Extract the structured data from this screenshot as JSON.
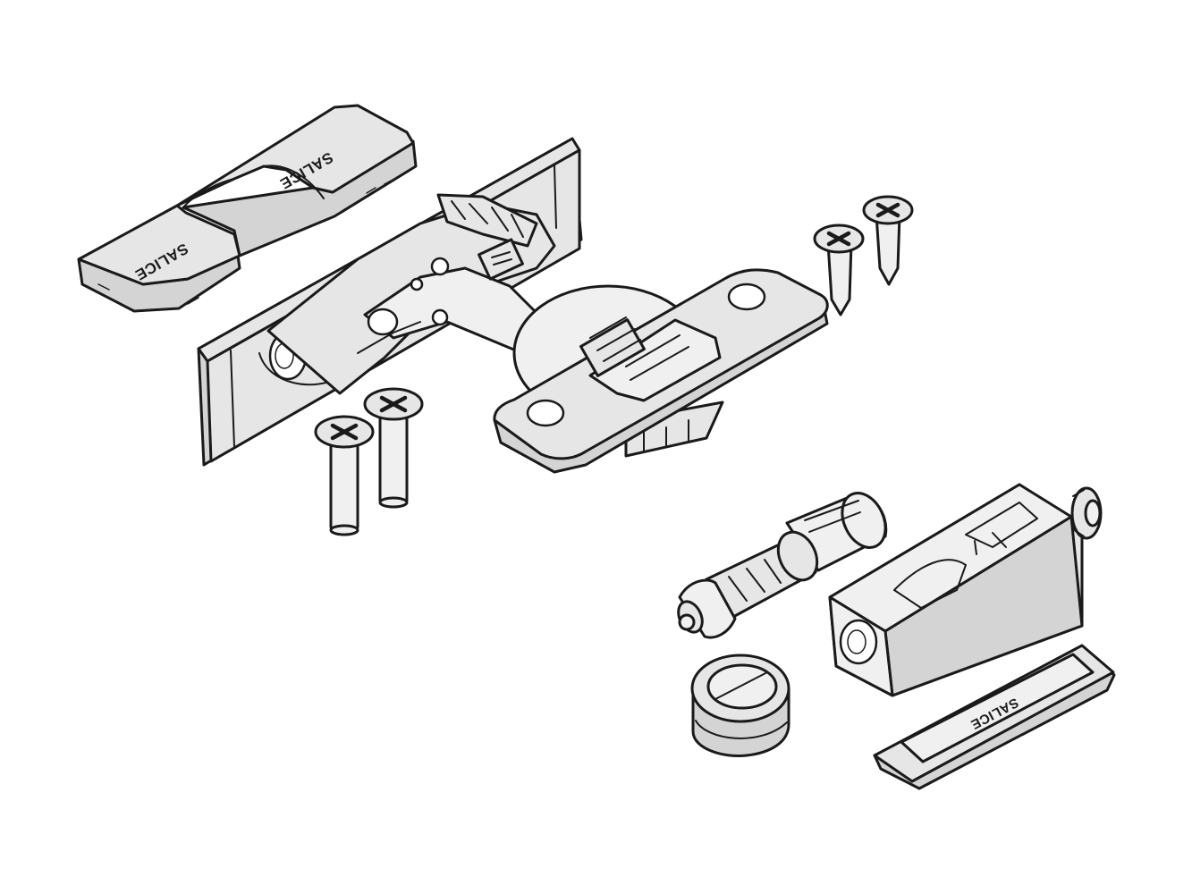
{
  "figure": {
    "background": "#ffffff",
    "line_color": "#1a1a1a",
    "fill_color": "#e6e6e6"
  },
  "brand_marks": {
    "cover_plate_upper": "SALICE",
    "cover_plate_lower": "SALICE",
    "damper_cover_strip": "SALICE"
  },
  "components": [
    {
      "id": "hinge-cover-plate",
      "icon": "cover-plate"
    },
    {
      "id": "mounting-plate",
      "icon": "mounting-plate"
    },
    {
      "id": "hinge-arm",
      "icon": "hinge-arm"
    },
    {
      "id": "hinge-cup",
      "icon": "hinge-cup"
    },
    {
      "id": "long-screws",
      "icon": "screw",
      "count": 2
    },
    {
      "id": "wood-screws",
      "icon": "screw",
      "count": 2
    },
    {
      "id": "push-piston",
      "icon": "piston"
    },
    {
      "id": "push-housing",
      "icon": "housing"
    },
    {
      "id": "round-cap",
      "icon": "cap"
    },
    {
      "id": "cover-strip",
      "icon": "cover-strip"
    }
  ]
}
